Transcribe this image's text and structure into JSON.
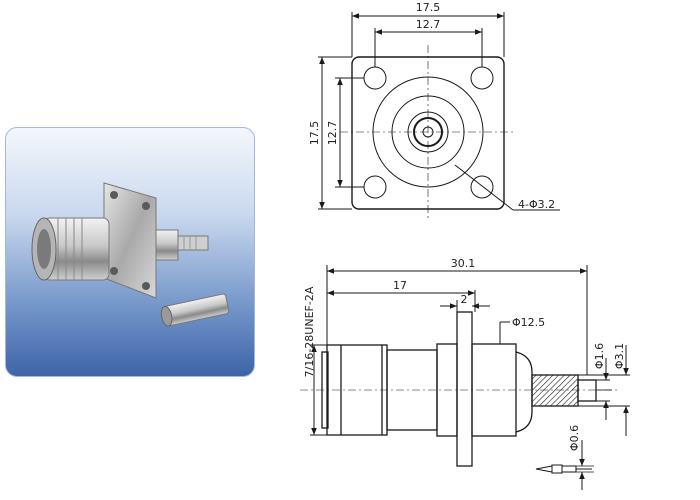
{
  "dimensions": {
    "flange_width": "17.5",
    "hole_spacing_h": "12.7",
    "flange_height": "17.5",
    "hole_spacing_v": "12.7",
    "holes": "4-Φ3.2",
    "overall_length": "30.1",
    "thread_length": "17",
    "flange_thickness": "2",
    "body_diameter": "Φ12.5",
    "thread_spec": "7/16-28UNEF-2A",
    "cable_outer_dia": "Φ3.1",
    "cable_inner_dia": "Φ1.6",
    "pin_diameter": "Φ0.6"
  },
  "colors": {
    "line": "#1a1a1a",
    "card_border": "#9fb8dc",
    "card_bottom": "#3e64a8"
  }
}
